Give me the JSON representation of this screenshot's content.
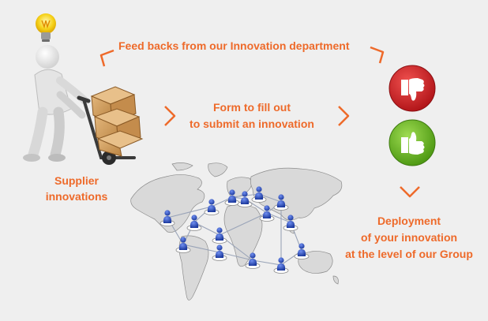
{
  "labels": {
    "feedback": "Feed backs from our Innovation department",
    "form_line1": "Form to fill out",
    "form_line2": "to submit an innovation",
    "supplier_line1": "Supplier",
    "supplier_line2": "innovations",
    "deploy_line1": "Deployment",
    "deploy_line2": "of your innovation",
    "deploy_line3": "at the level of our Group"
  },
  "colors": {
    "accent": "#ee6a2a",
    "thumb_down_bg": "#d1262a",
    "thumb_up_bg": "#6cb82c",
    "network_figure": "#2d4fc2",
    "map": "#d8d8d8"
  },
  "icons": [
    "lightbulb-icon",
    "thumbs-down-icon",
    "thumbs-up-icon",
    "hand-truck-figure",
    "world-map-network"
  ]
}
